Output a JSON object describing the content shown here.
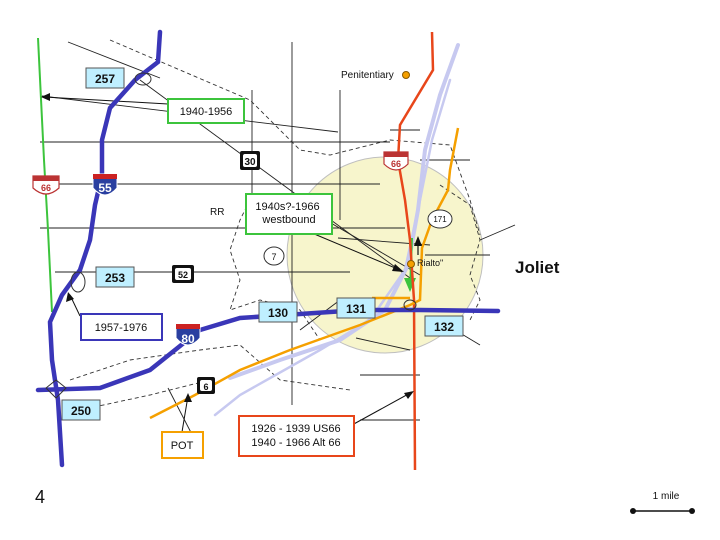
{
  "slide": {
    "number": "4",
    "city": "Joliet",
    "scale_label": "1 mile"
  },
  "places": {
    "penitentiary": "Penitentiary",
    "rialto": "Rialto\"",
    "railroad": "RR"
  },
  "route_labels": {
    "route_66_green": "1940-1956",
    "route_66_blue": "1957-1976",
    "route_66_westbound": "1940s?-1966 westbound",
    "pot": "POT",
    "route_66_orange_red_1": "1926 - 1939 US66",
    "route_66_orange_red_2": "1940 - 1966 Alt 66"
  },
  "exits": [
    "257",
    "253",
    "250",
    "130",
    "131",
    "132"
  ],
  "shields": {
    "interstate_55": "55",
    "interstate_80": "80",
    "us_30": "30",
    "us_52": "52",
    "us_6": "6",
    "state_7": "7",
    "state_171": "171",
    "us66_west": "66",
    "us66_east": "66"
  },
  "colors": {
    "green_route": "#3cc43c",
    "blue_interstate": "#3a36b8",
    "orange_route": "#f5a000",
    "red_route": "#e8461a",
    "river": "#c7c9f0",
    "circle_fill": "#f7f5cc",
    "exit_box": "#bfefff"
  }
}
